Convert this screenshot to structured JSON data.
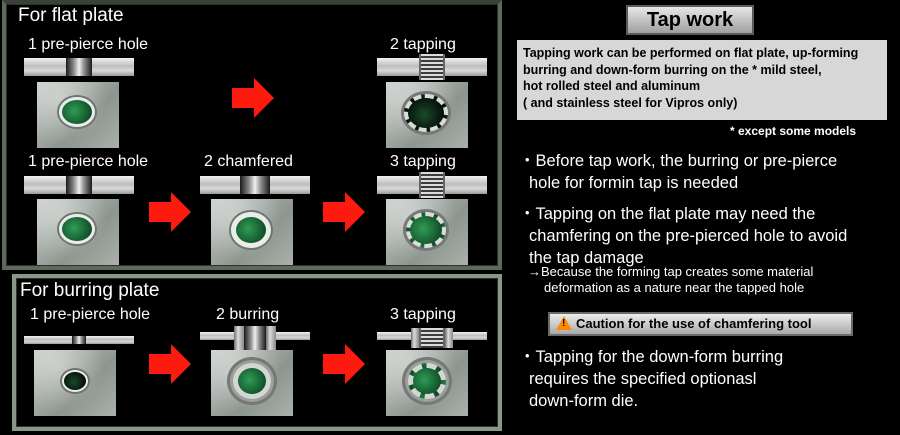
{
  "flat_plate": {
    "title": "For flat plate",
    "row1": {
      "step1": "1 pre-pierce hole",
      "step2": "2 tapping"
    },
    "row2": {
      "step1": "1 pre-pierce hole",
      "step2": "2 chamfered",
      "step3": "3 tapping"
    }
  },
  "burring_plate": {
    "title": "For burring plate",
    "step1": "1 pre-pierce hole",
    "step2": "2 burring",
    "step3": "3 tapping"
  },
  "tap_work": {
    "title": "Tap work",
    "intro_lines": [
      "Tapping work can be performed on flat plate, up-forming",
      "burring and down-form burring on the * mild steel,",
      "hot rolled steel and aluminum",
      "( and stainless steel for Vipros only)"
    ],
    "except_note": "* except some models",
    "bullet1": [
      "・Before tap work, the burring or pre-pierce",
      "hole for formin tap is needed"
    ],
    "bullet2": [
      "・Tapping on the flat plate may need the",
      "chamfering on the pre-pierced hole to avoid",
      "the tap damage"
    ],
    "sub_note": [
      "→Because the forming tap creates some material",
      "deformation as a nature near the tapped hole"
    ],
    "caution_label": "Caution for the use of chamfering tool",
    "bullet3": [
      "・Tapping for the down-form burring",
      "requires the specified optionasl",
      "down-form die."
    ]
  },
  "colors": {
    "arrow": "#ff1a10",
    "green_hole": "#2f9c55",
    "caution_icon": "#ff8c00"
  }
}
